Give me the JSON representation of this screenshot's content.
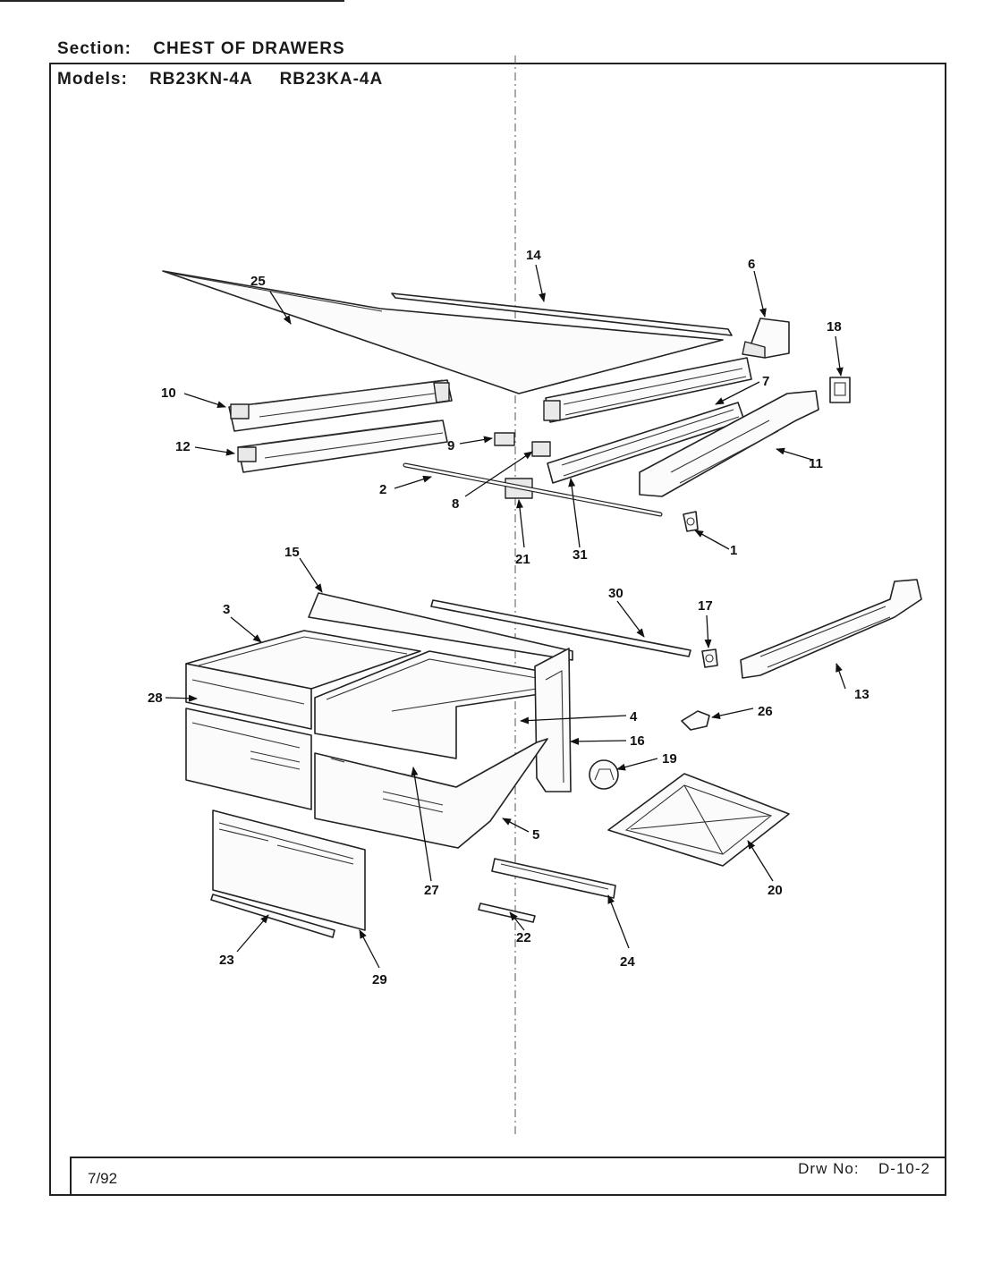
{
  "header": {
    "section_label": "Section:",
    "section_value": "CHEST OF DRAWERS",
    "models_label": "Models:",
    "models": [
      "RB23KN-4A",
      "RB23KA-4A"
    ]
  },
  "footer": {
    "date": "7/92",
    "drawing_label": "Drw No:",
    "drawing_number": "D-10-2"
  },
  "callouts": [
    "1",
    "2",
    "3",
    "4",
    "5",
    "6",
    "7",
    "8",
    "9",
    "10",
    "11",
    "12",
    "13",
    "14",
    "15",
    "16",
    "17",
    "18",
    "19",
    "20",
    "21",
    "22",
    "23",
    "24",
    "25",
    "26",
    "27",
    "28",
    "29",
    "30",
    "31"
  ]
}
